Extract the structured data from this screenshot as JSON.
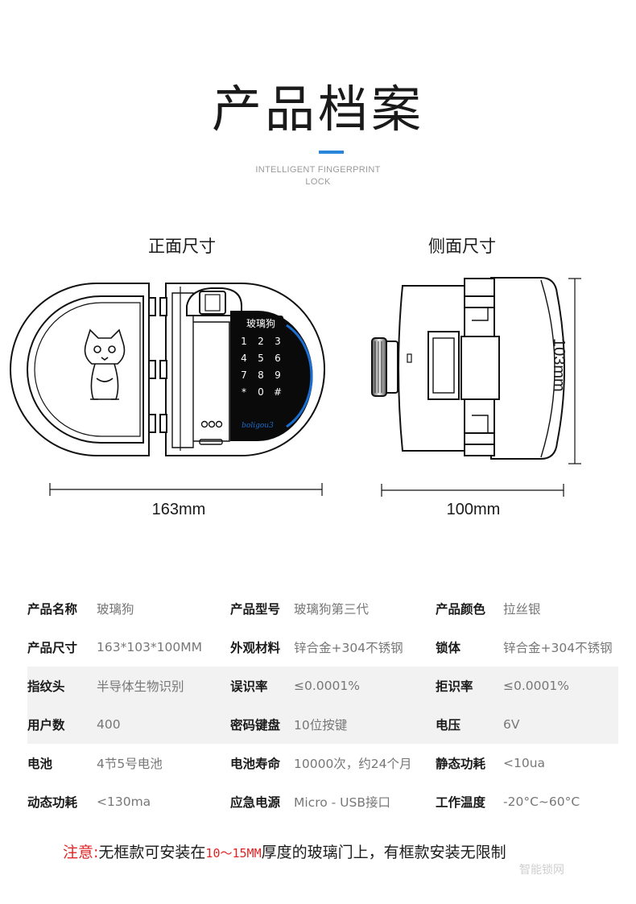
{
  "header": {
    "title": "产品档案",
    "subtitle_line1": "INTELLIGENT FINGERPRINT",
    "subtitle_line2": "LOCK"
  },
  "views": {
    "front_label": "正面尺寸",
    "side_label": "侧面尺寸",
    "front_width": "163mm",
    "side_width": "100mm",
    "side_height": "103mm"
  },
  "keypad": {
    "brand": "玻璃狗",
    "keys": [
      "1",
      "2",
      "3",
      "4",
      "5",
      "6",
      "7",
      "8",
      "9",
      "*",
      "0",
      "#"
    ],
    "signature": "boligou3"
  },
  "specs": [
    [
      {
        "k": "产品名称",
        "v": "玻璃狗"
      },
      {
        "k": "产品型号",
        "v": "玻璃狗第三代"
      },
      {
        "k": "产品颜色",
        "v": "拉丝银"
      }
    ],
    [
      {
        "k": "产品尺寸",
        "v": "163*103*100MM"
      },
      {
        "k": "外观材料",
        "v": "锌合金+304不锈钢"
      },
      {
        "k": "锁体",
        "v": "锌合金+304不锈钢"
      }
    ],
    [
      {
        "k": "指纹头",
        "v": "半导体生物识别"
      },
      {
        "k": "误识率",
        "v": "≤0.0001%"
      },
      {
        "k": "拒识率",
        "v": "≤0.0001%"
      }
    ],
    [
      {
        "k": "用户数",
        "v": "400"
      },
      {
        "k": "密码键盘",
        "v": "10位按键"
      },
      {
        "k": "电压",
        "v": "6V"
      }
    ],
    [
      {
        "k": "电池",
        "v": "4节5号电池"
      },
      {
        "k": "电池寿命",
        "v": "10000次，约24个月"
      },
      {
        "k": "静态功耗",
        "v": "<10ua"
      }
    ],
    [
      {
        "k": "动态功耗",
        "v": "<130ma"
      },
      {
        "k": "应急电源",
        "v": "Micro - USB接口"
      },
      {
        "k": "工作温度",
        "v": "-20°C~60°C"
      }
    ]
  ],
  "note": {
    "label": "注意:",
    "before": "无框款可安装在",
    "range": "10～15MM",
    "after": "厚度的玻璃门上，有框款安装无限制"
  },
  "watermark": "智能锁网",
  "colors": {
    "accent": "#2a86d8",
    "note_red": "#e02424",
    "keypad_blue": "#1b6fd0"
  }
}
